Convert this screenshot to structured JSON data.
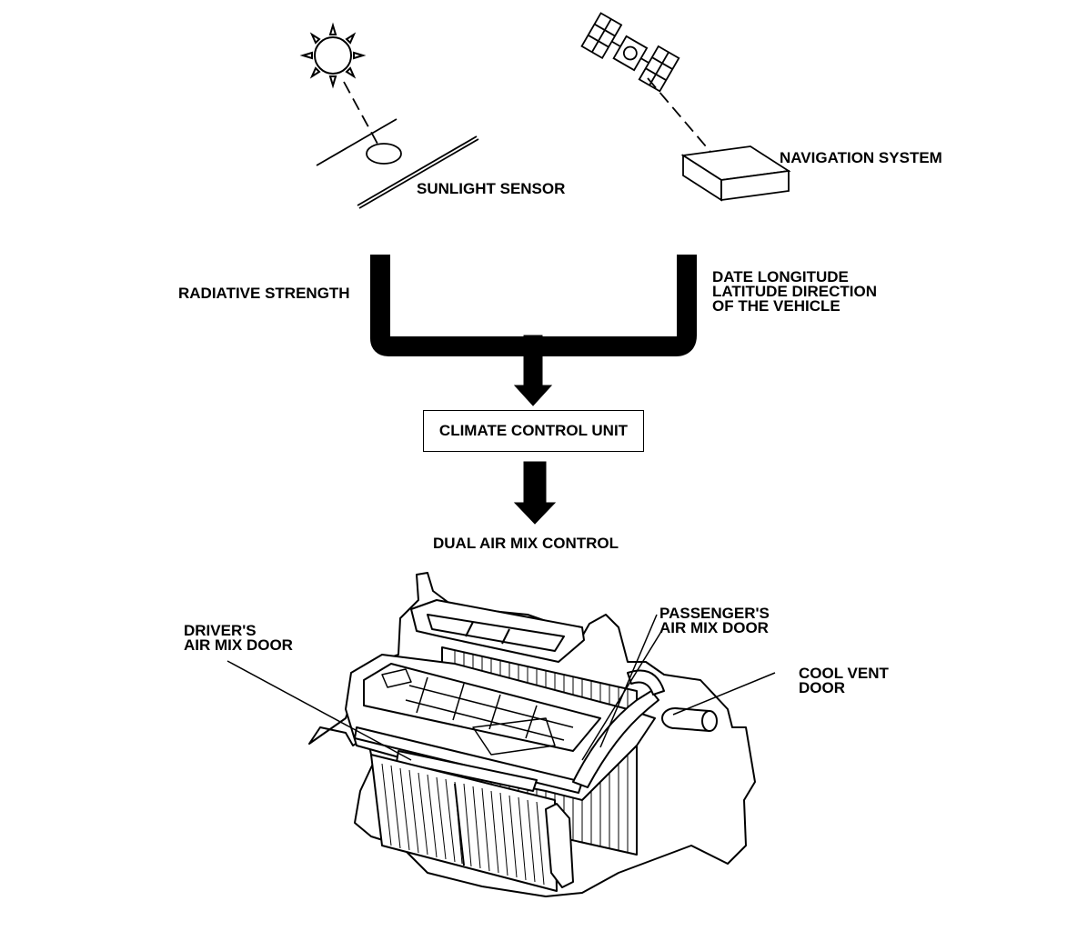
{
  "labels": {
    "sunlight_sensor": "SUNLIGHT SENSOR",
    "navigation_system": "NAVIGATION SYSTEM",
    "radiative_strength": "RADIATIVE STRENGTH",
    "date_location": "DATE LONGITUDE\nLATITUDE DIRECTION\nOF THE VEHICLE",
    "climate_control_unit": "CLIMATE CONTROL UNIT",
    "dual_air_mix_control": "DUAL AIR MIX CONTROL",
    "drivers_air_mix_door": "DRIVER'S\nAIR MIX DOOR",
    "passengers_air_mix_door": "PASSENGER'S\nAIR MIX DOOR",
    "cool_vent_door": "COOL VENT\nDOOR"
  },
  "icons": [
    "sun-icon",
    "satellite-icon",
    "heater-unit-illustration"
  ]
}
